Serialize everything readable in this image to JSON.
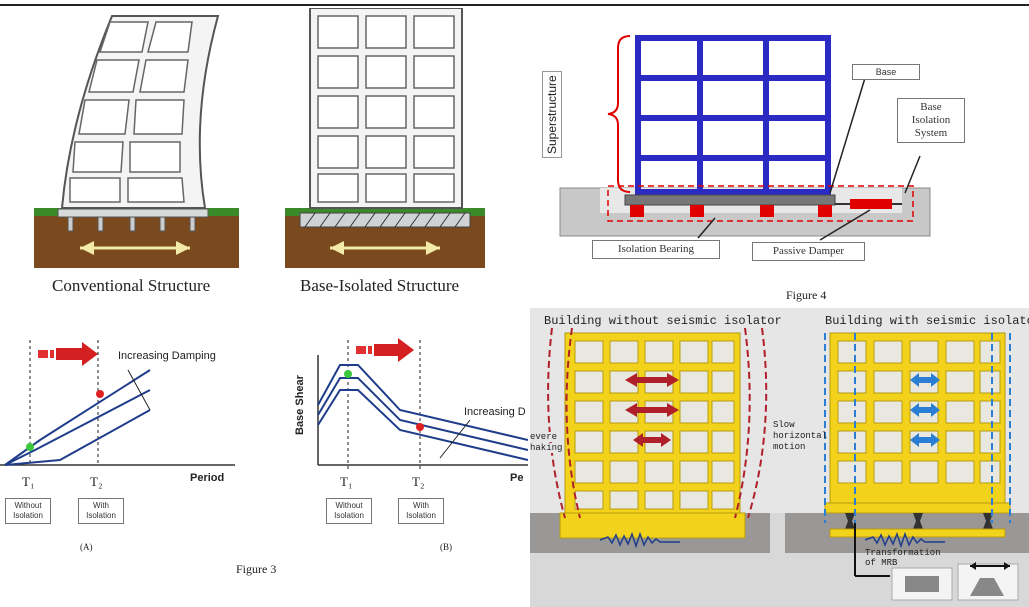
{
  "panel_a": {
    "conventional_caption": "Conventional Structure",
    "isolated_caption": "Base-Isolated Structure"
  },
  "panel_b": {
    "superstructure_label": "Superstructure",
    "base_label": "Base",
    "base_isolation_system_label": "Base Isolation System",
    "isolation_bearing_label": "Isolation Bearing",
    "passive_damper_label": "Passive Damper",
    "figure_caption": "Figure 4",
    "colors": {
      "frame": "#2b2bc4",
      "bearing": "#e00000",
      "dashed": "#e00000"
    }
  },
  "panel_c": {
    "chart_a": {
      "annotation": "Increasing Damping",
      "x_label": "Period",
      "t1_label": "T₁",
      "t2_label": "T₂",
      "without_label": "Without Isolation",
      "with_label": "With Isolation",
      "sub_caption": "(A)"
    },
    "chart_b": {
      "y_label": "Base Shear",
      "annotation": "Increasing D",
      "x_label": "Pe",
      "t1_label": "T₁",
      "t2_label": "T₂",
      "without_label": "Without Isolation",
      "with_label": "With Isolation",
      "sub_caption": "(B)"
    },
    "figure_caption": "Figure 3"
  },
  "panel_d": {
    "left_title": "Building without seismic isolator",
    "right_title": "Building with seismic isolator",
    "severe_line1": "evere",
    "severe_line2": "haking",
    "slow_line1": "Slow",
    "slow_line2": "horizontal",
    "slow_line3": "motion",
    "transformation_line1": "Transformation",
    "transformation_line2": "of MRB",
    "colors": {
      "building": "#f2d21a",
      "left_arrows": "#b0202a",
      "right_arrows": "#2a7fd4"
    }
  }
}
